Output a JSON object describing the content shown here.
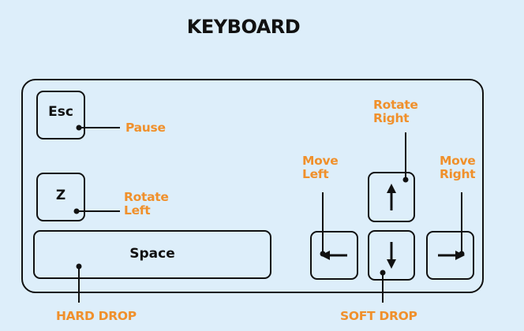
{
  "title": "KEYBOARD",
  "keys": {
    "esc": "Esc",
    "z": "Z",
    "space": "Space"
  },
  "actions": {
    "pause": "Pause",
    "rotate_left": [
      "Rotate",
      "Left"
    ],
    "hard_drop": "HARD DROP",
    "move_left": [
      "Move",
      "Left"
    ],
    "rotate_right": [
      "Rotate",
      "Right"
    ],
    "move_right": [
      "Move",
      "Right"
    ],
    "soft_drop": "SOFT DROP"
  },
  "icons": {
    "left_key": "arrow-left-icon",
    "up_key": "arrow-up-icon",
    "down_key": "arrow-down-icon",
    "right_key": "arrow-right-icon"
  },
  "colors": {
    "background": "#ddeefa",
    "label": "#f0902b",
    "stroke": "#111111"
  }
}
